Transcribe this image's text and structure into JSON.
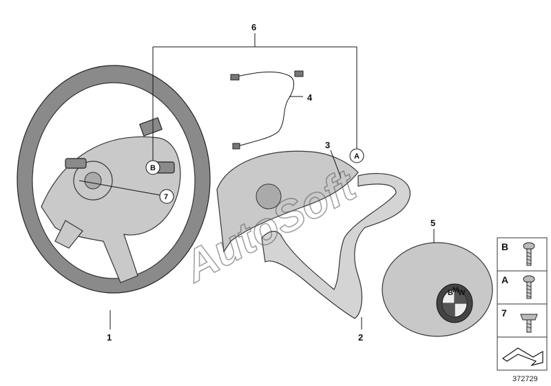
{
  "callouts": {
    "c1": "1",
    "c2": "2",
    "c3": "3",
    "c4": "4",
    "c5": "5",
    "c6": "6"
  },
  "circled": {
    "a": "A",
    "b": "B",
    "seven": "7"
  },
  "legend": {
    "rows": [
      {
        "label": "B"
      },
      {
        "label": "A"
      },
      {
        "label": "7"
      }
    ]
  },
  "watermark": "AutoSoft",
  "doc_number": "372729",
  "emblem_letters": [
    "B",
    "M",
    "W"
  ]
}
